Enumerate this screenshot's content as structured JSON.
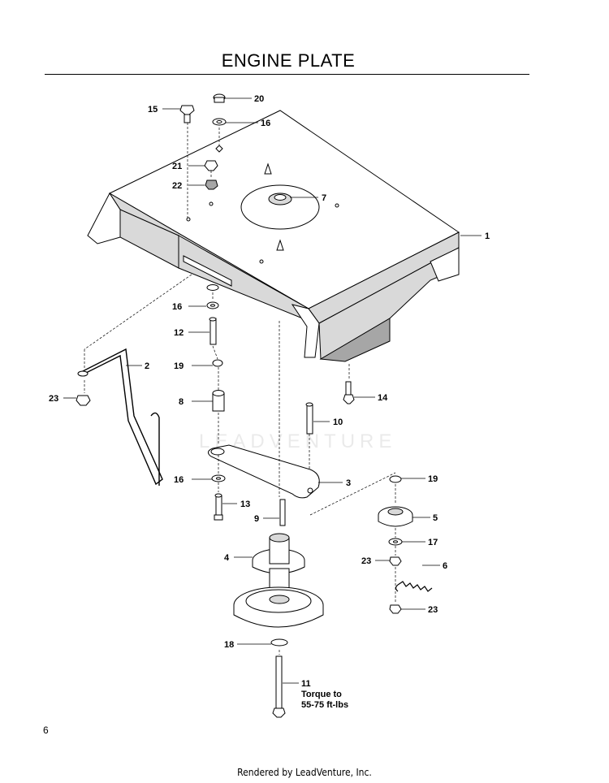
{
  "page": {
    "title": "ENGINE PLATE",
    "page_number": "6",
    "footer": "Rendered by LeadVenture, Inc.",
    "watermark": "LEADVENTURE"
  },
  "callouts": [
    {
      "id": "c20",
      "text": "20"
    },
    {
      "id": "c15",
      "text": "15"
    },
    {
      "id": "c16a",
      "text": "16"
    },
    {
      "id": "c21",
      "text": "21"
    },
    {
      "id": "c22",
      "text": "22"
    },
    {
      "id": "c7",
      "text": "7"
    },
    {
      "id": "c1",
      "text": "1"
    },
    {
      "id": "c16b",
      "text": "16"
    },
    {
      "id": "c12",
      "text": "12"
    },
    {
      "id": "c2",
      "text": "2"
    },
    {
      "id": "c19a",
      "text": "19"
    },
    {
      "id": "c23a",
      "text": "23"
    },
    {
      "id": "c8",
      "text": "8"
    },
    {
      "id": "c14",
      "text": "14"
    },
    {
      "id": "c10",
      "text": "10"
    },
    {
      "id": "c16c",
      "text": "16"
    },
    {
      "id": "c3",
      "text": "3"
    },
    {
      "id": "c19b",
      "text": "19"
    },
    {
      "id": "c13",
      "text": "13"
    },
    {
      "id": "c9",
      "text": "9"
    },
    {
      "id": "c5",
      "text": "5"
    },
    {
      "id": "c4",
      "text": "4"
    },
    {
      "id": "c17",
      "text": "17"
    },
    {
      "id": "c23b",
      "text": "23"
    },
    {
      "id": "c6",
      "text": "6"
    },
    {
      "id": "c23c",
      "text": "23"
    },
    {
      "id": "c18",
      "text": "18"
    },
    {
      "id": "c11",
      "text": "11"
    }
  ],
  "note_11": [
    "Torque to",
    "55-75 ft-lbs"
  ]
}
